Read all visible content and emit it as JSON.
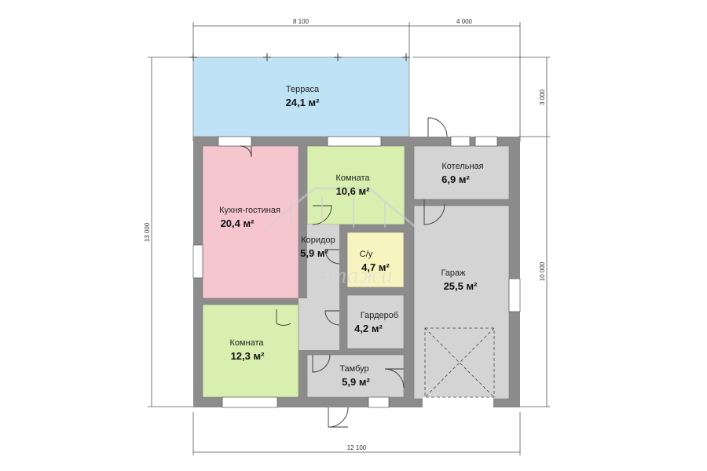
{
  "dimensions": {
    "top_left": "8 100",
    "top_right": "4 000",
    "bottom": "12 100",
    "left": "13 000",
    "right_top": "3 000",
    "right_bottom": "10 000"
  },
  "rooms": {
    "terrace": {
      "name": "Терраса",
      "area": "24,1 м²"
    },
    "kitchen": {
      "name": "Кухня-гостиная",
      "area": "20,4 м²"
    },
    "room_top": {
      "name": "Комната",
      "area": "10,6 м²"
    },
    "boiler": {
      "name": "Котельная",
      "area": "6,9 м²"
    },
    "corridor": {
      "name": "Коридор",
      "area": "5,9 м²"
    },
    "bathroom": {
      "name": "С/у",
      "area": "4,7 м²"
    },
    "garage": {
      "name": "Гараж",
      "area": "25,5 м²"
    },
    "wardrobe": {
      "name": "Гардероб",
      "area": "4,2 м²"
    },
    "room_bottom": {
      "name": "Комната",
      "area": "12,3 м²"
    },
    "vestibule": {
      "name": "Тамбур",
      "area": "5,9 м²"
    }
  },
  "colors": {
    "terrace": "#bfe3f5",
    "kitchen": "#f6c6cf",
    "room": "#d8efb0",
    "bathroom": "#f8f4c0",
    "utility": "#d4d4d4",
    "wall": "#8c8c8c"
  }
}
